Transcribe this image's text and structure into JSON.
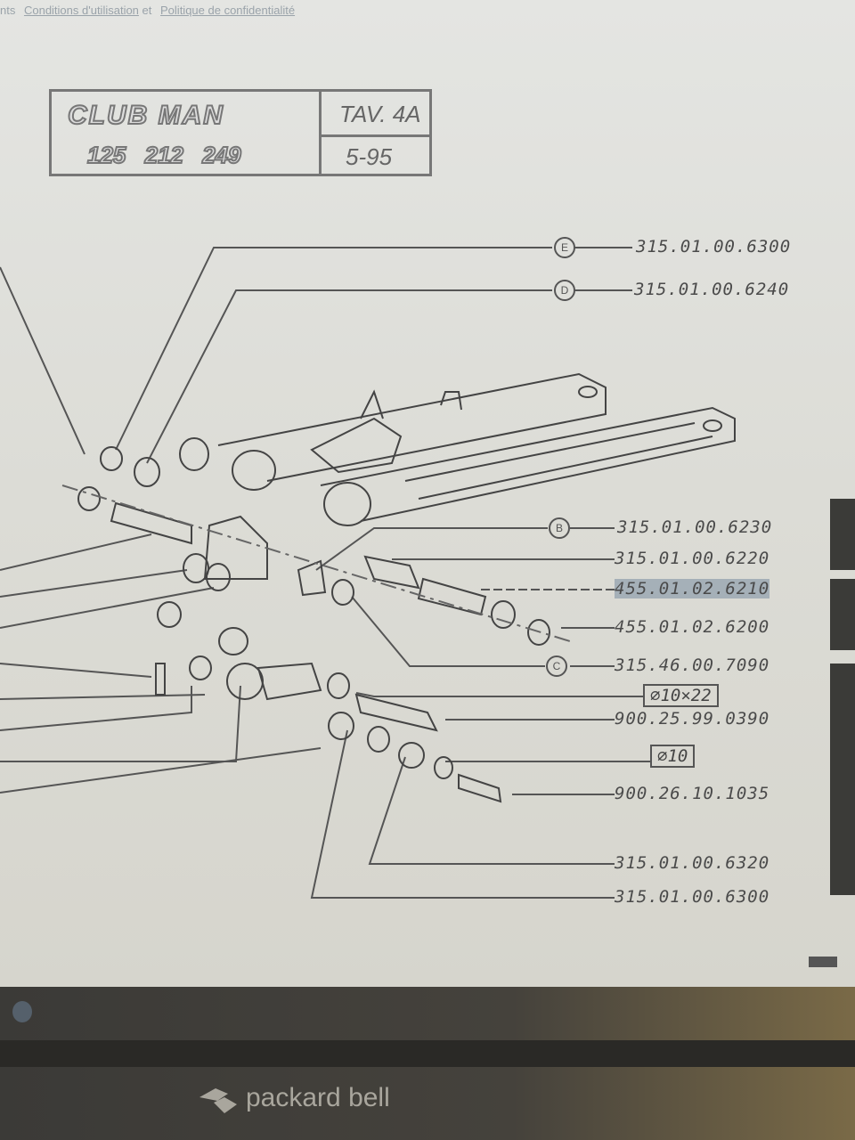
{
  "browser": {
    "prefix_text": "nts",
    "terms_link": "Conditions d'utilisation",
    "conjunction": "et",
    "privacy_link": "Politique de confidentialité"
  },
  "title_block": {
    "brand": "CLUB MAN",
    "models": "125 212 249",
    "table": "TAV. 4A",
    "date": "5-95"
  },
  "callouts": {
    "E": "E",
    "D": "D",
    "B": "B",
    "C": "C"
  },
  "parts": {
    "p1": "315.01.00.6300",
    "p2": "315.01.00.6240",
    "p3": "315.01.00.6230",
    "p4": "315.01.00.6220",
    "p5": "455.01.02.6210",
    "p6": "455.01.02.6200",
    "p7": "315.46.00.7090",
    "dim1": "⌀10×22",
    "p8": "900.25.99.0390",
    "dim2": "⌀10",
    "p9": "900.26.10.1035",
    "p10": "315.01.00.6320",
    "p11": "315.01.00.6300"
  },
  "laptop": {
    "brand": "packard bell"
  },
  "colors": {
    "highlight": "#7f93a6",
    "ink": "#4a4a4a",
    "bezel": "#3b3a37"
  }
}
